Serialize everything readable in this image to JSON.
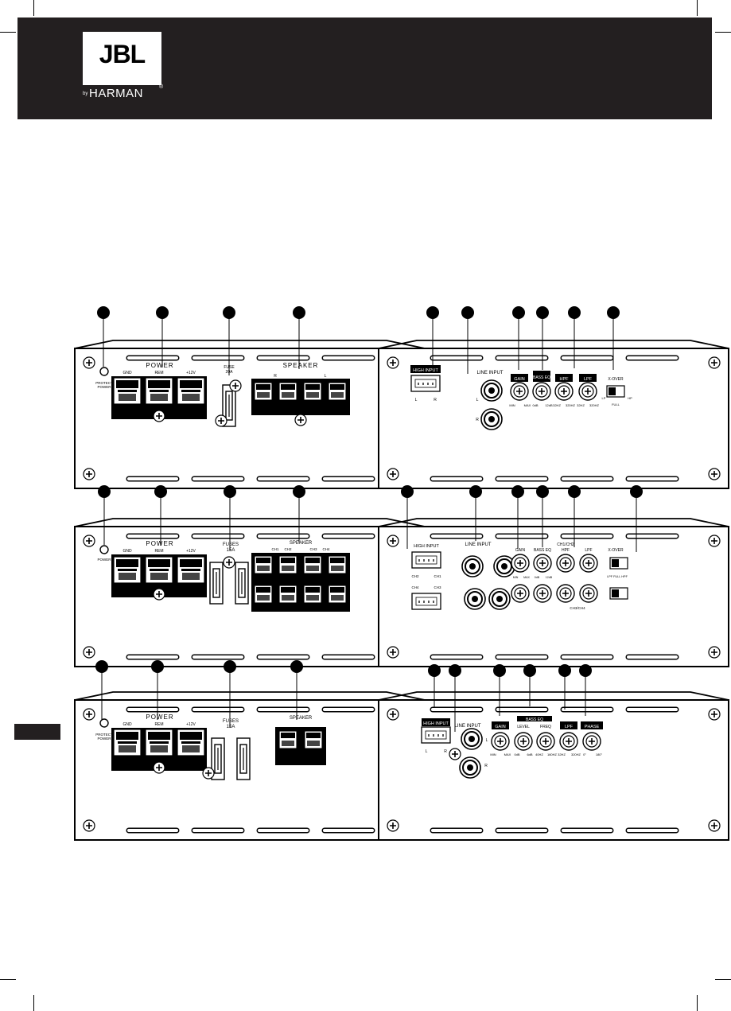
{
  "brand": {
    "logo": "JBL",
    "by": "by",
    "maker": "HARMAN",
    "reg": "®"
  },
  "panel1": {
    "led": "PROTECT\nPOWER",
    "power": "POWER",
    "gnd": "GND",
    "rem": "REM",
    "v12": "+12V",
    "fuse": "FUSE\n20A",
    "speaker": "SPEAKER",
    "r": "R",
    "l": "L"
  },
  "panel2": {
    "high_input": "HIGH INPUT",
    "l": "L",
    "r": "R",
    "line_input": "LINE INPUT",
    "lr": "L",
    "rr": "R",
    "gain": "GAIN",
    "gmin": "MIN",
    "gmax": "MAX",
    "bass": "BASS EQ",
    "b0": "0dB",
    "b12": "12dB",
    "hpf": "HPF",
    "hpf_a": "32HZ",
    "hpf_b": "320HZ",
    "lpf": "LPF",
    "lpf_a": "32HZ",
    "lpf_b": "320HZ",
    "xover": "X-OVER",
    "lp": "LP",
    "hp": "HP",
    "full": "FULL"
  },
  "panel3": {
    "led": "POWER",
    "power": "POWER",
    "gnd": "GND",
    "rem": "REM",
    "v12": "+12V",
    "fuses": "FUSES\n15A",
    "speaker": "SPEAKER",
    "ch1": "CH1",
    "ch2": "CH2",
    "ch3": "CH3",
    "ch4": "CH4"
  },
  "panel4": {
    "high_input": "HIGH INPUT",
    "ch2": "CH2",
    "ch1": "CH1",
    "ch4": "CH4",
    "ch3": "CH3",
    "line_input": "LINE INPUT",
    "gain": "GAIN",
    "bass": "BASS EQ",
    "hpf": "HPF",
    "chgrp": "CH1/CH2",
    "lpf": "LPF",
    "xover": "X-OVER",
    "chgrp2": "CH3/CH4",
    "min": "MIN",
    "max": "MAX",
    "b0": "0dB",
    "b12": "12dB",
    "sw": "LPF FULL HPF"
  },
  "panel5": {
    "led": "PROTECT\nPOWER",
    "power": "POWER",
    "gnd": "GND",
    "rem": "REM",
    "v12": "+12V",
    "fuses": "FUSES\n15A",
    "speaker": "SPEAKER"
  },
  "panel6": {
    "high_input": "HIGH INPUT",
    "l": "L",
    "r": "R",
    "line_input": "LINE INPUT",
    "lr": "L",
    "rr": "R",
    "gain": "GAIN",
    "gmin": "MIN",
    "gmax": "MAX",
    "bass": "BASS EQ",
    "level": "LEVEL",
    "freq": "FREQ",
    "lpf": "LPF",
    "phase": "PHASE",
    "l0": "0dB",
    "l6": "6dB",
    "f40": "40HZ",
    "f160": "160HZ",
    "p32": "32HZ",
    "p320": "320HZ",
    "ph0": "0°",
    "ph180": "180°"
  }
}
